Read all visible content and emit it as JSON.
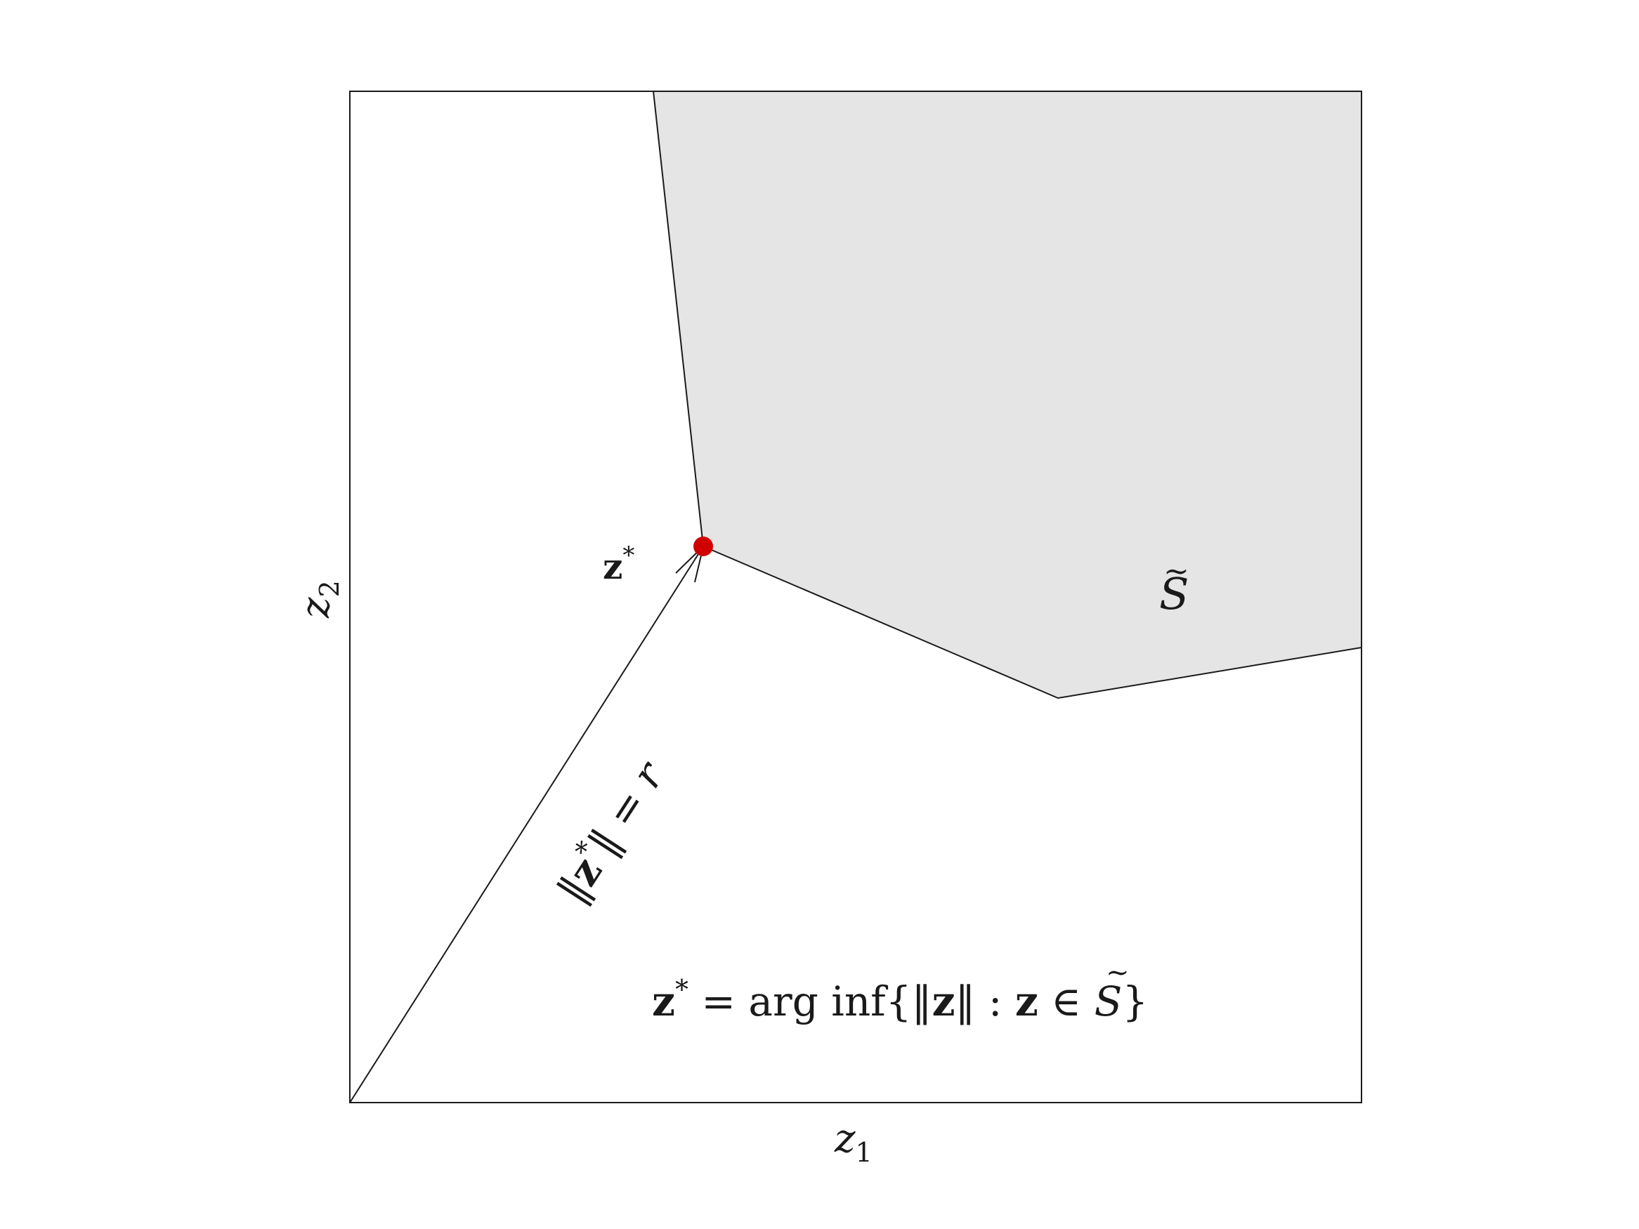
{
  "axes": {
    "xlabel_var": "z",
    "xlabel_sub": "1",
    "ylabel_var": "z",
    "ylabel_sub": "2"
  },
  "point_label": {
    "bold": "z",
    "sup": "*"
  },
  "set_label": {
    "tilde": "~",
    "letter": "S"
  },
  "norm_label": {
    "open": "‖",
    "bold": "z",
    "sup": "*",
    "close": "‖ = ",
    "rhs": "r"
  },
  "formula": {
    "lhs_bold": "z",
    "lhs_sup": "*",
    "eq_text": " = arg inf{‖",
    "mid_bold": "z",
    "mid_text": "‖ : ",
    "mid_bold2": "z",
    "in_text": " ∈ ",
    "tilde": "~",
    "set": "S",
    "close": "}"
  },
  "colors": {
    "region_fill": "#e5e5e5",
    "point": "#d10000",
    "line": "#1a1a1a"
  }
}
